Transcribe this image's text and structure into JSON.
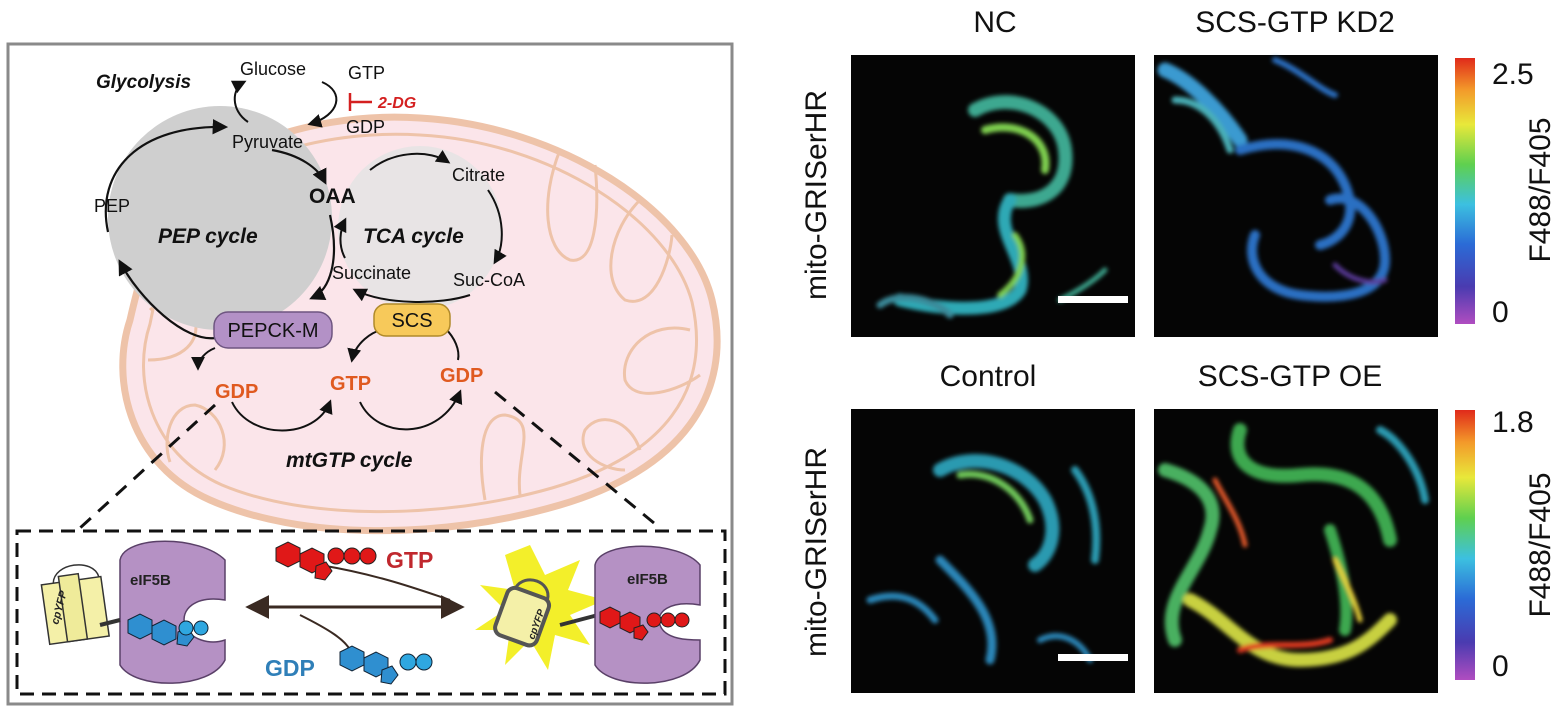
{
  "diagram": {
    "glycolysis": "Glycolysis",
    "glucose": "Glucose",
    "gtp_top": "GTP",
    "gdp_top": "GDP",
    "inhibitor": "2-DG",
    "pyruvate": "Pyruvate",
    "pep": "PEP",
    "pep_cycle": "PEP cycle",
    "oaa": "OAA",
    "citrate": "Citrate",
    "tca_cycle": "TCA cycle",
    "succinate": "Succinate",
    "suc_coa": "Suc-CoA",
    "pepck": "PEPCK-M",
    "scs": "SCS",
    "gdp_left": "GDP",
    "gtp_mid": "GTP",
    "gdp_right": "GDP",
    "mtgtp_cycle": "mtGTP cycle",
    "sensor_left_protein": "eIF5B",
    "sensor_left_fp": "cpYFP",
    "sensor_right_protein": "eIF5B",
    "sensor_right_fp": "cpYFP",
    "gtp_ligand": "GTP",
    "gdp_ligand": "GDP"
  },
  "colors": {
    "mito_fill": "#fbe5ea",
    "mito_membrane": "#eec3a9",
    "pep_cycle_fill": "#cfcfcf",
    "pepck_fill": "#b391c6",
    "scs_fill": "#f7c95a",
    "nucleotide_orange": "#e05a20",
    "inhibitor_red": "#d42020",
    "gtp_red": "#c0282e",
    "gdp_blue": "#2f7fb8",
    "eif5b_purple": "#b591c4",
    "cpyfp_yellow": "#f4f0a8",
    "burst_yellow": "#f3ef2a"
  },
  "images": {
    "top_row": {
      "left_title": "NC",
      "right_title": "SCS-GTP KD2",
      "row_label": "mito-GRISerHR",
      "colorbar_max": "2.5",
      "colorbar_min": "0",
      "colorbar_label": "F488/F405"
    },
    "bottom_row": {
      "left_title": "Control",
      "right_title": "SCS-GTP OE",
      "row_label": "mito-GRISerHR",
      "colorbar_max": "1.8",
      "colorbar_min": "0",
      "colorbar_label": "F488/F405"
    }
  }
}
